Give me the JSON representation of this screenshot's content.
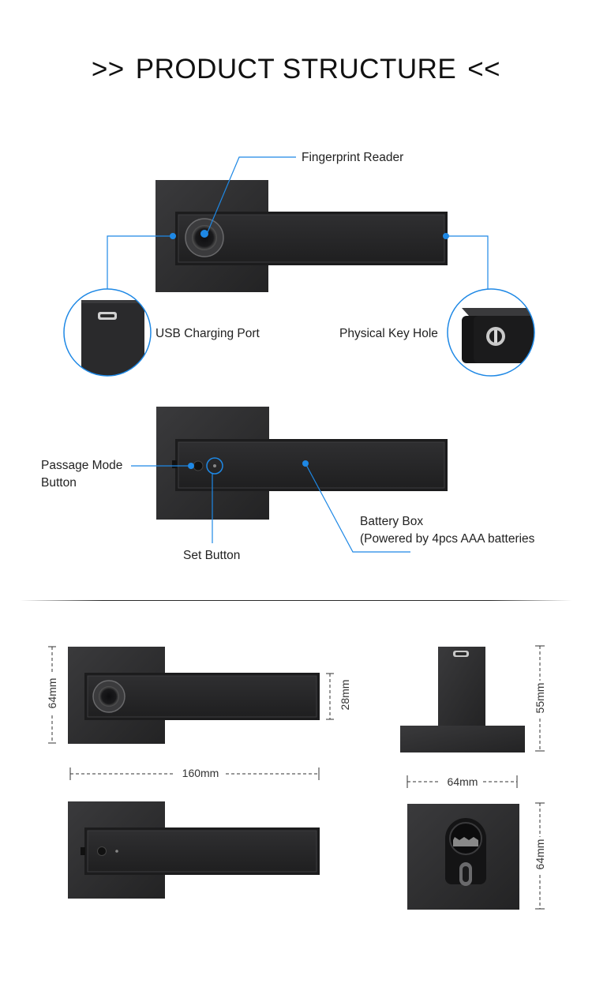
{
  "header": {
    "left_marker": ">>",
    "title": "PRODUCT STRUCTURE",
    "right_marker": "<<"
  },
  "callouts": {
    "fingerprint_reader": "Fingerprint Reader",
    "usb_charging_port": "USB Charging Port",
    "physical_key_hole": "Physical Key Hole",
    "passage_mode_line1": "Passage Mode",
    "passage_mode_line2": "Button",
    "set_button": "Set Button",
    "battery_box_line1": "Battery Box",
    "battery_box_line2": "(Powered by 4pcs AAA batteries"
  },
  "dimensions": {
    "rose_height": "64mm",
    "lever_height": "28mm",
    "total_length": "160mm",
    "side_height": "55mm",
    "side_width": "64mm",
    "back_height": "64mm"
  },
  "colors": {
    "accent": "#1e88e5",
    "body": "#2b2b2d",
    "body_dark": "#1b1b1c"
  }
}
